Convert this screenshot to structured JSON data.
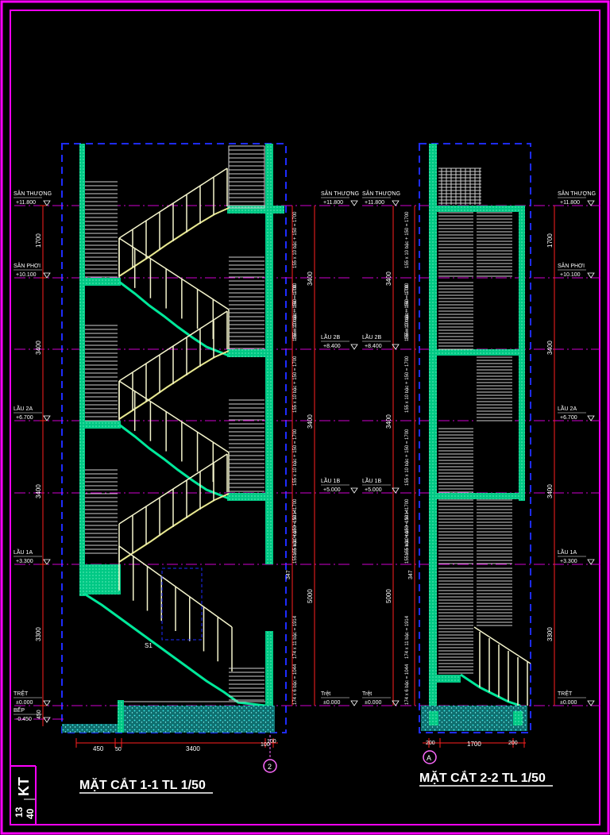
{
  "colors": {
    "background": "#000000",
    "frame": "#ff00ff",
    "wall": "#00e89a",
    "wall_edge": "#7dffcf",
    "stair": "#e8e890",
    "rail": "#f4f4cc",
    "floor_line": "#d000d0",
    "dim": "#ff2020",
    "boundary": "#1e2cff",
    "hatch": "#25c8c8",
    "axis": "#ff6aff"
  },
  "sheet_tag": {
    "code": "KT",
    "number": "13",
    "total": "40"
  },
  "section_1": {
    "title": "MẶT CẮT 1-1  TL 1/50",
    "axis_marker": "2",
    "bottom_dims": [
      "450",
      "50",
      "3400",
      "100",
      "100"
    ],
    "left_dims": [
      "1700",
      "3400",
      "3400",
      "3300"
    ],
    "left_levels": [
      {
        "name": "SÂN THƯỢNG",
        "value": "+11.800"
      },
      {
        "name": "SÂN PHƠI",
        "value": "+10.100"
      },
      {
        "name": "LẦU 2A",
        "value": "+6.700"
      },
      {
        "name": "LẦU 1A",
        "value": "+3.300"
      },
      {
        "name": "TRỆT",
        "value": "±0.000"
      },
      {
        "name": "BẾP",
        "value": "-0.450"
      }
    ],
    "right_levels": [
      {
        "name": "SÂN THƯỢNG",
        "value": "+11.800"
      },
      {
        "name": "LẦU 2B",
        "value": "+8.400"
      },
      {
        "name": "LẦU 1B",
        "value": "+5.000"
      },
      {
        "name": "Trệt",
        "value": "±0.000"
      }
    ],
    "stair_notes": [
      "155 x 10 bậc + 150 = 1700",
      "155 x 10 bậc + 150 = 1700",
      "155 x 10 bậc + 150 = 1700",
      "155 x 10 bậc + 150 = 1700",
      "155 x 10 bậc + 150 = 1700",
      "155 x 10 bậc + 150 = 1700",
      "155 x 5 bậc + 150 = 1914",
      "174 x 11 bậc = 1914",
      "174 x 6 bậc = 1044"
    ],
    "right_dims": [
      "3400",
      "3400",
      "5000"
    ],
    "dim_450": "450",
    "dim_347": "347",
    "label_s1": "S1"
  },
  "section_2": {
    "title": "MẶT CẮT 2-2  TL 1/50",
    "axis_marker": "A",
    "bottom_dims": [
      "200",
      "1700",
      "200"
    ],
    "left_levels": [
      {
        "name": "SÂN THƯỢNG",
        "value": "+11.800"
      },
      {
        "name": "LẦU 2B",
        "value": "+8.400"
      },
      {
        "name": "LẦU 1B",
        "value": "+5.000"
      },
      {
        "name": "Trệt",
        "value": "±0.000"
      }
    ],
    "right_levels": [
      {
        "name": "SÂN THƯỢNG",
        "value": "+11.800"
      },
      {
        "name": "SÂN PHƠI",
        "value": "+10.100"
      },
      {
        "name": "LẦU 2A",
        "value": "+6.700"
      },
      {
        "name": "LẦU 1A",
        "value": "+3.300"
      },
      {
        "name": "TRỆT",
        "value": "±0.000"
      }
    ],
    "left_dims": [
      "3400",
      "3400",
      "5000"
    ],
    "right_dims": [
      "1700",
      "3400",
      "3400",
      "3300"
    ],
    "stair_notes": [
      "155 x 10 bậc + 150 = 1700",
      "155 x 10 bậc + 150 = 1700",
      "155 x 10 bậc + 150 = 1700",
      "155 x 10 bậc + 150 = 1700",
      "155 x 10 bậc + 150 = 1700",
      "155 x 10 bậc + 150 = 1700",
      "155 x 5 bậc + 150 = 1914",
      "174 x 11 bậc = 1914",
      "174 x 6 bậc = 1044"
    ],
    "dim_347": "347"
  }
}
